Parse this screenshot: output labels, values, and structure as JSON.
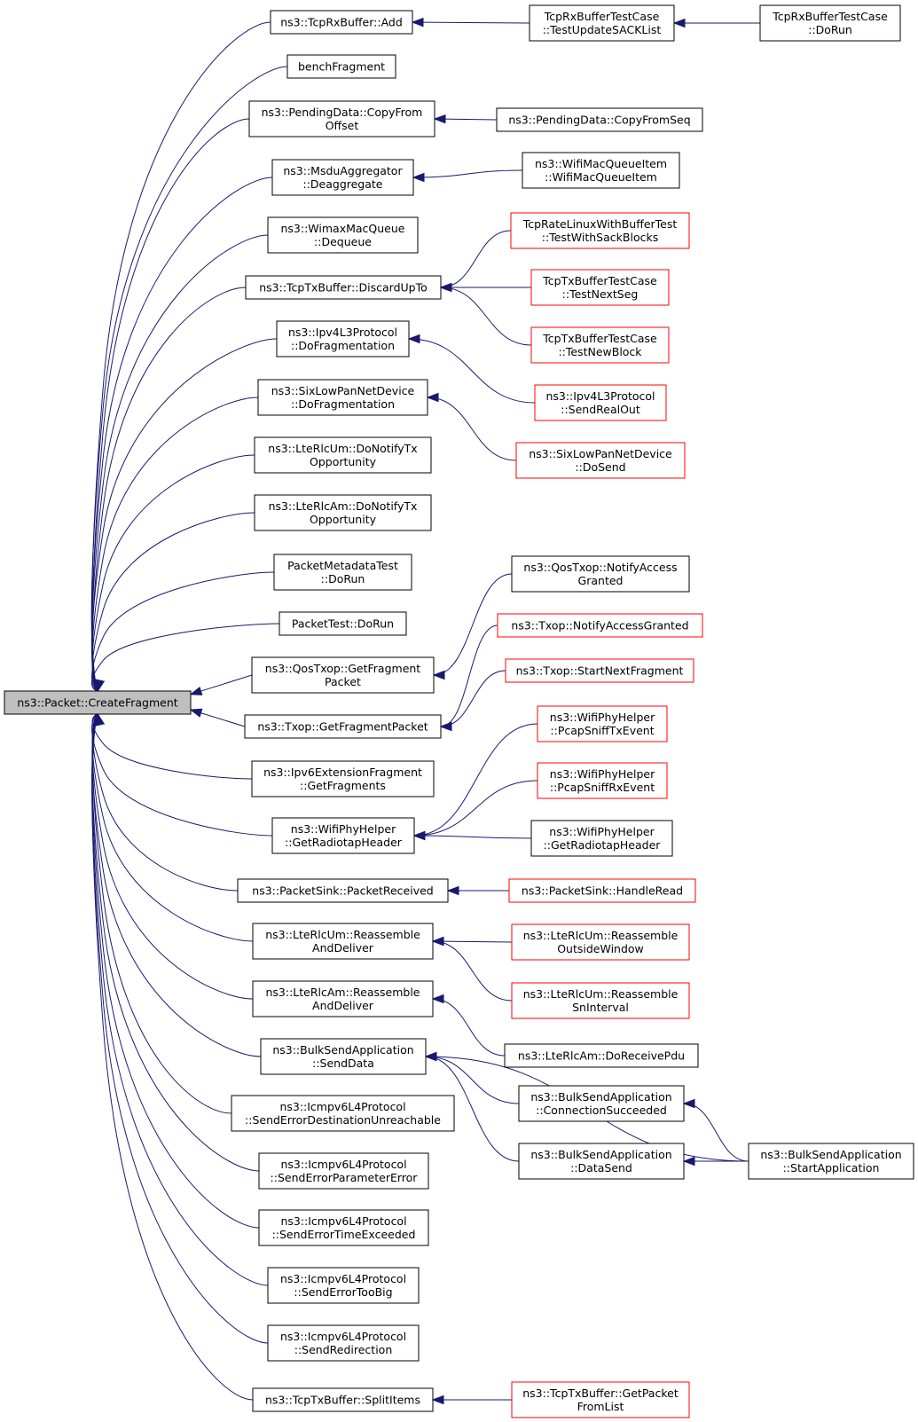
{
  "graph": {
    "root": "root",
    "colors": {
      "edge": "#191970",
      "border": "#000000",
      "truncated_border": "#ff0000",
      "root_fill": "#bfbfbf",
      "fill": "#ffffff"
    },
    "nodes": [
      {
        "id": "root",
        "lines": [
          "ns3::Packet::CreateFragment"
        ],
        "focus": true
      },
      {
        "id": "a1",
        "lines": [
          "ns3::TcpRxBuffer::Add"
        ]
      },
      {
        "id": "a2",
        "lines": [
          "benchFragment"
        ]
      },
      {
        "id": "a3",
        "lines": [
          "ns3::PendingData::CopyFrom",
          "Offset"
        ]
      },
      {
        "id": "a4",
        "lines": [
          "ns3::MsduAggregator",
          "::Deaggregate"
        ]
      },
      {
        "id": "a5",
        "lines": [
          "ns3::WimaxMacQueue",
          "::Dequeue"
        ]
      },
      {
        "id": "a6",
        "lines": [
          "ns3::TcpTxBuffer::DiscardUpTo"
        ]
      },
      {
        "id": "a7",
        "lines": [
          "ns3::Ipv4L3Protocol",
          "::DoFragmentation"
        ]
      },
      {
        "id": "a8",
        "lines": [
          "ns3::SixLowPanNetDevice",
          "::DoFragmentation"
        ]
      },
      {
        "id": "a9",
        "lines": [
          "ns3::LteRlcUm::DoNotifyTx",
          "Opportunity"
        ]
      },
      {
        "id": "a10",
        "lines": [
          "ns3::LteRlcAm::DoNotifyTx",
          "Opportunity"
        ]
      },
      {
        "id": "a11",
        "lines": [
          "PacketMetadataTest",
          "::DoRun"
        ]
      },
      {
        "id": "a12",
        "lines": [
          "PacketTest::DoRun"
        ]
      },
      {
        "id": "a13",
        "lines": [
          "ns3::QosTxop::GetFragment",
          "Packet"
        ]
      },
      {
        "id": "a14",
        "lines": [
          "ns3::Txop::GetFragmentPacket"
        ]
      },
      {
        "id": "a15",
        "lines": [
          "ns3::Ipv6ExtensionFragment",
          "::GetFragments"
        ]
      },
      {
        "id": "a16",
        "lines": [
          "ns3::WifiPhyHelper",
          "::GetRadiotapHeader"
        ]
      },
      {
        "id": "a17",
        "lines": [
          "ns3::PacketSink::PacketReceived"
        ]
      },
      {
        "id": "a18",
        "lines": [
          "ns3::LteRlcUm::Reassemble",
          "AndDeliver"
        ]
      },
      {
        "id": "a19",
        "lines": [
          "ns3::LteRlcAm::Reassemble",
          "AndDeliver"
        ]
      },
      {
        "id": "a20",
        "lines": [
          "ns3::BulkSendApplication",
          "::SendData"
        ]
      },
      {
        "id": "a21",
        "lines": [
          "ns3::Icmpv6L4Protocol",
          "::SendErrorDestinationUnreachable"
        ]
      },
      {
        "id": "a22",
        "lines": [
          "ns3::Icmpv6L4Protocol",
          "::SendErrorParameterError"
        ]
      },
      {
        "id": "a23",
        "lines": [
          "ns3::Icmpv6L4Protocol",
          "::SendErrorTimeExceeded"
        ]
      },
      {
        "id": "a24",
        "lines": [
          "ns3::Icmpv6L4Protocol",
          "::SendErrorTooBig"
        ]
      },
      {
        "id": "a25",
        "lines": [
          "ns3::Icmpv6L4Protocol",
          "::SendRedirection"
        ]
      },
      {
        "id": "a26",
        "lines": [
          "ns3::TcpTxBuffer::SplitItems"
        ]
      },
      {
        "id": "b1",
        "lines": [
          "TcpRxBufferTestCase",
          "::TestUpdateSACKList"
        ]
      },
      {
        "id": "b2",
        "lines": [
          "ns3::PendingData::CopyFromSeq"
        ]
      },
      {
        "id": "b3",
        "lines": [
          "ns3::WifiMacQueueItem",
          "::WifiMacQueueItem"
        ]
      },
      {
        "id": "b4",
        "lines": [
          "TcpRateLinuxWithBufferTest",
          "::TestWithSackBlocks"
        ],
        "truncated": true
      },
      {
        "id": "b5",
        "lines": [
          "TcpTxBufferTestCase",
          "::TestNextSeg"
        ],
        "truncated": true
      },
      {
        "id": "b6",
        "lines": [
          "TcpTxBufferTestCase",
          "::TestNewBlock"
        ],
        "truncated": true
      },
      {
        "id": "b7",
        "lines": [
          "ns3::Ipv4L3Protocol",
          "::SendRealOut"
        ],
        "truncated": true
      },
      {
        "id": "b8",
        "lines": [
          "ns3::SixLowPanNetDevice",
          "::DoSend"
        ],
        "truncated": true
      },
      {
        "id": "b9",
        "lines": [
          "ns3::QosTxop::NotifyAccess",
          "Granted"
        ]
      },
      {
        "id": "b10",
        "lines": [
          "ns3::Txop::NotifyAccessGranted"
        ],
        "truncated": true
      },
      {
        "id": "b11",
        "lines": [
          "ns3::Txop::StartNextFragment"
        ],
        "truncated": true
      },
      {
        "id": "b12",
        "lines": [
          "ns3::WifiPhyHelper",
          "::PcapSniffTxEvent"
        ],
        "truncated": true
      },
      {
        "id": "b13",
        "lines": [
          "ns3::WifiPhyHelper",
          "::PcapSniffRxEvent"
        ],
        "truncated": true
      },
      {
        "id": "b14",
        "lines": [
          "ns3::WifiPhyHelper",
          "::GetRadiotapHeader"
        ]
      },
      {
        "id": "b15",
        "lines": [
          "ns3::PacketSink::HandleRead"
        ],
        "truncated": true
      },
      {
        "id": "b16",
        "lines": [
          "ns3::LteRlcUm::Reassemble",
          "OutsideWindow"
        ],
        "truncated": true
      },
      {
        "id": "b17",
        "lines": [
          "ns3::LteRlcUm::Reassemble",
          "SnInterval"
        ],
        "truncated": true
      },
      {
        "id": "b18",
        "lines": [
          "ns3::LteRlcAm::DoReceivePdu"
        ]
      },
      {
        "id": "b19",
        "lines": [
          "ns3::BulkSendApplication",
          "::ConnectionSucceeded"
        ]
      },
      {
        "id": "b20",
        "lines": [
          "ns3::BulkSendApplication",
          "::DataSend"
        ]
      },
      {
        "id": "b21",
        "lines": [
          "ns3::TcpTxBuffer::GetPacket",
          "FromList"
        ],
        "truncated": true
      },
      {
        "id": "c1",
        "lines": [
          "TcpRxBufferTestCase",
          "::DoRun"
        ]
      },
      {
        "id": "c2",
        "lines": [
          "ns3::BulkSendApplication",
          "::StartApplication"
        ]
      }
    ],
    "edges": [
      [
        "a1",
        "root"
      ],
      [
        "a2",
        "root"
      ],
      [
        "a3",
        "root"
      ],
      [
        "a4",
        "root"
      ],
      [
        "a5",
        "root"
      ],
      [
        "a6",
        "root"
      ],
      [
        "a7",
        "root"
      ],
      [
        "a8",
        "root"
      ],
      [
        "a9",
        "root"
      ],
      [
        "a10",
        "root"
      ],
      [
        "a11",
        "root"
      ],
      [
        "a12",
        "root"
      ],
      [
        "a13",
        "root"
      ],
      [
        "a14",
        "root"
      ],
      [
        "a15",
        "root"
      ],
      [
        "a16",
        "root"
      ],
      [
        "a17",
        "root"
      ],
      [
        "a18",
        "root"
      ],
      [
        "a19",
        "root"
      ],
      [
        "a20",
        "root"
      ],
      [
        "a21",
        "root"
      ],
      [
        "a22",
        "root"
      ],
      [
        "a23",
        "root"
      ],
      [
        "a24",
        "root"
      ],
      [
        "a25",
        "root"
      ],
      [
        "a26",
        "root"
      ],
      [
        "b1",
        "a1"
      ],
      [
        "c1",
        "b1"
      ],
      [
        "b2",
        "a3"
      ],
      [
        "b3",
        "a4"
      ],
      [
        "b4",
        "a6"
      ],
      [
        "b5",
        "a6"
      ],
      [
        "b6",
        "a6"
      ],
      [
        "b7",
        "a7"
      ],
      [
        "b8",
        "a8"
      ],
      [
        "b9",
        "a13"
      ],
      [
        "b10",
        "a14"
      ],
      [
        "b11",
        "a14"
      ],
      [
        "b12",
        "a16"
      ],
      [
        "b13",
        "a16"
      ],
      [
        "b14",
        "a16"
      ],
      [
        "b15",
        "a17"
      ],
      [
        "b16",
        "a18"
      ],
      [
        "b17",
        "a18"
      ],
      [
        "b18",
        "a19"
      ],
      [
        "b19",
        "a20"
      ],
      [
        "b20",
        "a20"
      ],
      [
        "c2",
        "a20"
      ],
      [
        "c2",
        "b19"
      ],
      [
        "c2",
        "b20"
      ],
      [
        "b21",
        "a26"
      ]
    ]
  }
}
